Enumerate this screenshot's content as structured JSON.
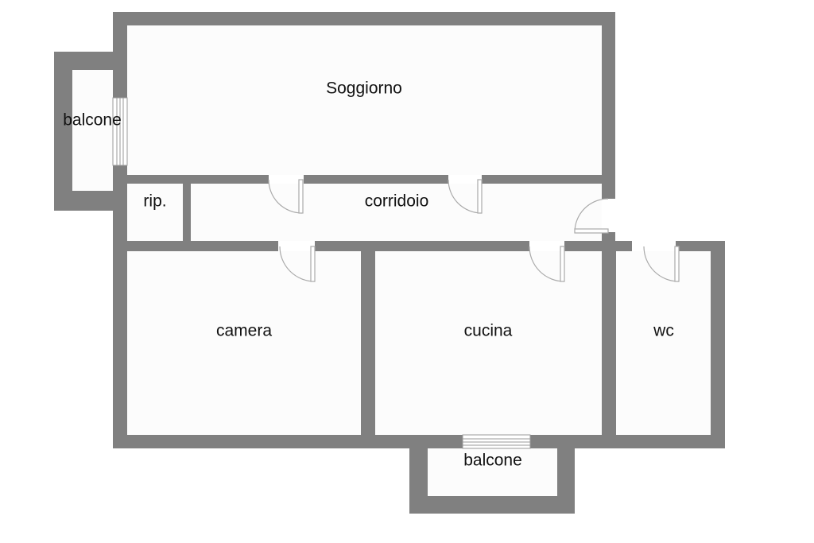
{
  "floor_plan": {
    "rooms": {
      "soggiorno": {
        "label": "Soggiorno"
      },
      "balcone_left": {
        "label": "balcone"
      },
      "ripostiglio": {
        "label": "rip."
      },
      "corridoio": {
        "label": "corridoio"
      },
      "camera": {
        "label": "camera"
      },
      "cucina": {
        "label": "cucina"
      },
      "wc": {
        "label": "wc"
      },
      "balcone_bottom": {
        "label": "balcone"
      }
    },
    "colors": {
      "wall": "#808080",
      "floor": "#fcfcfc",
      "background": "#ffffff",
      "door_line": "#aaaaaa",
      "label": "#111111"
    }
  }
}
